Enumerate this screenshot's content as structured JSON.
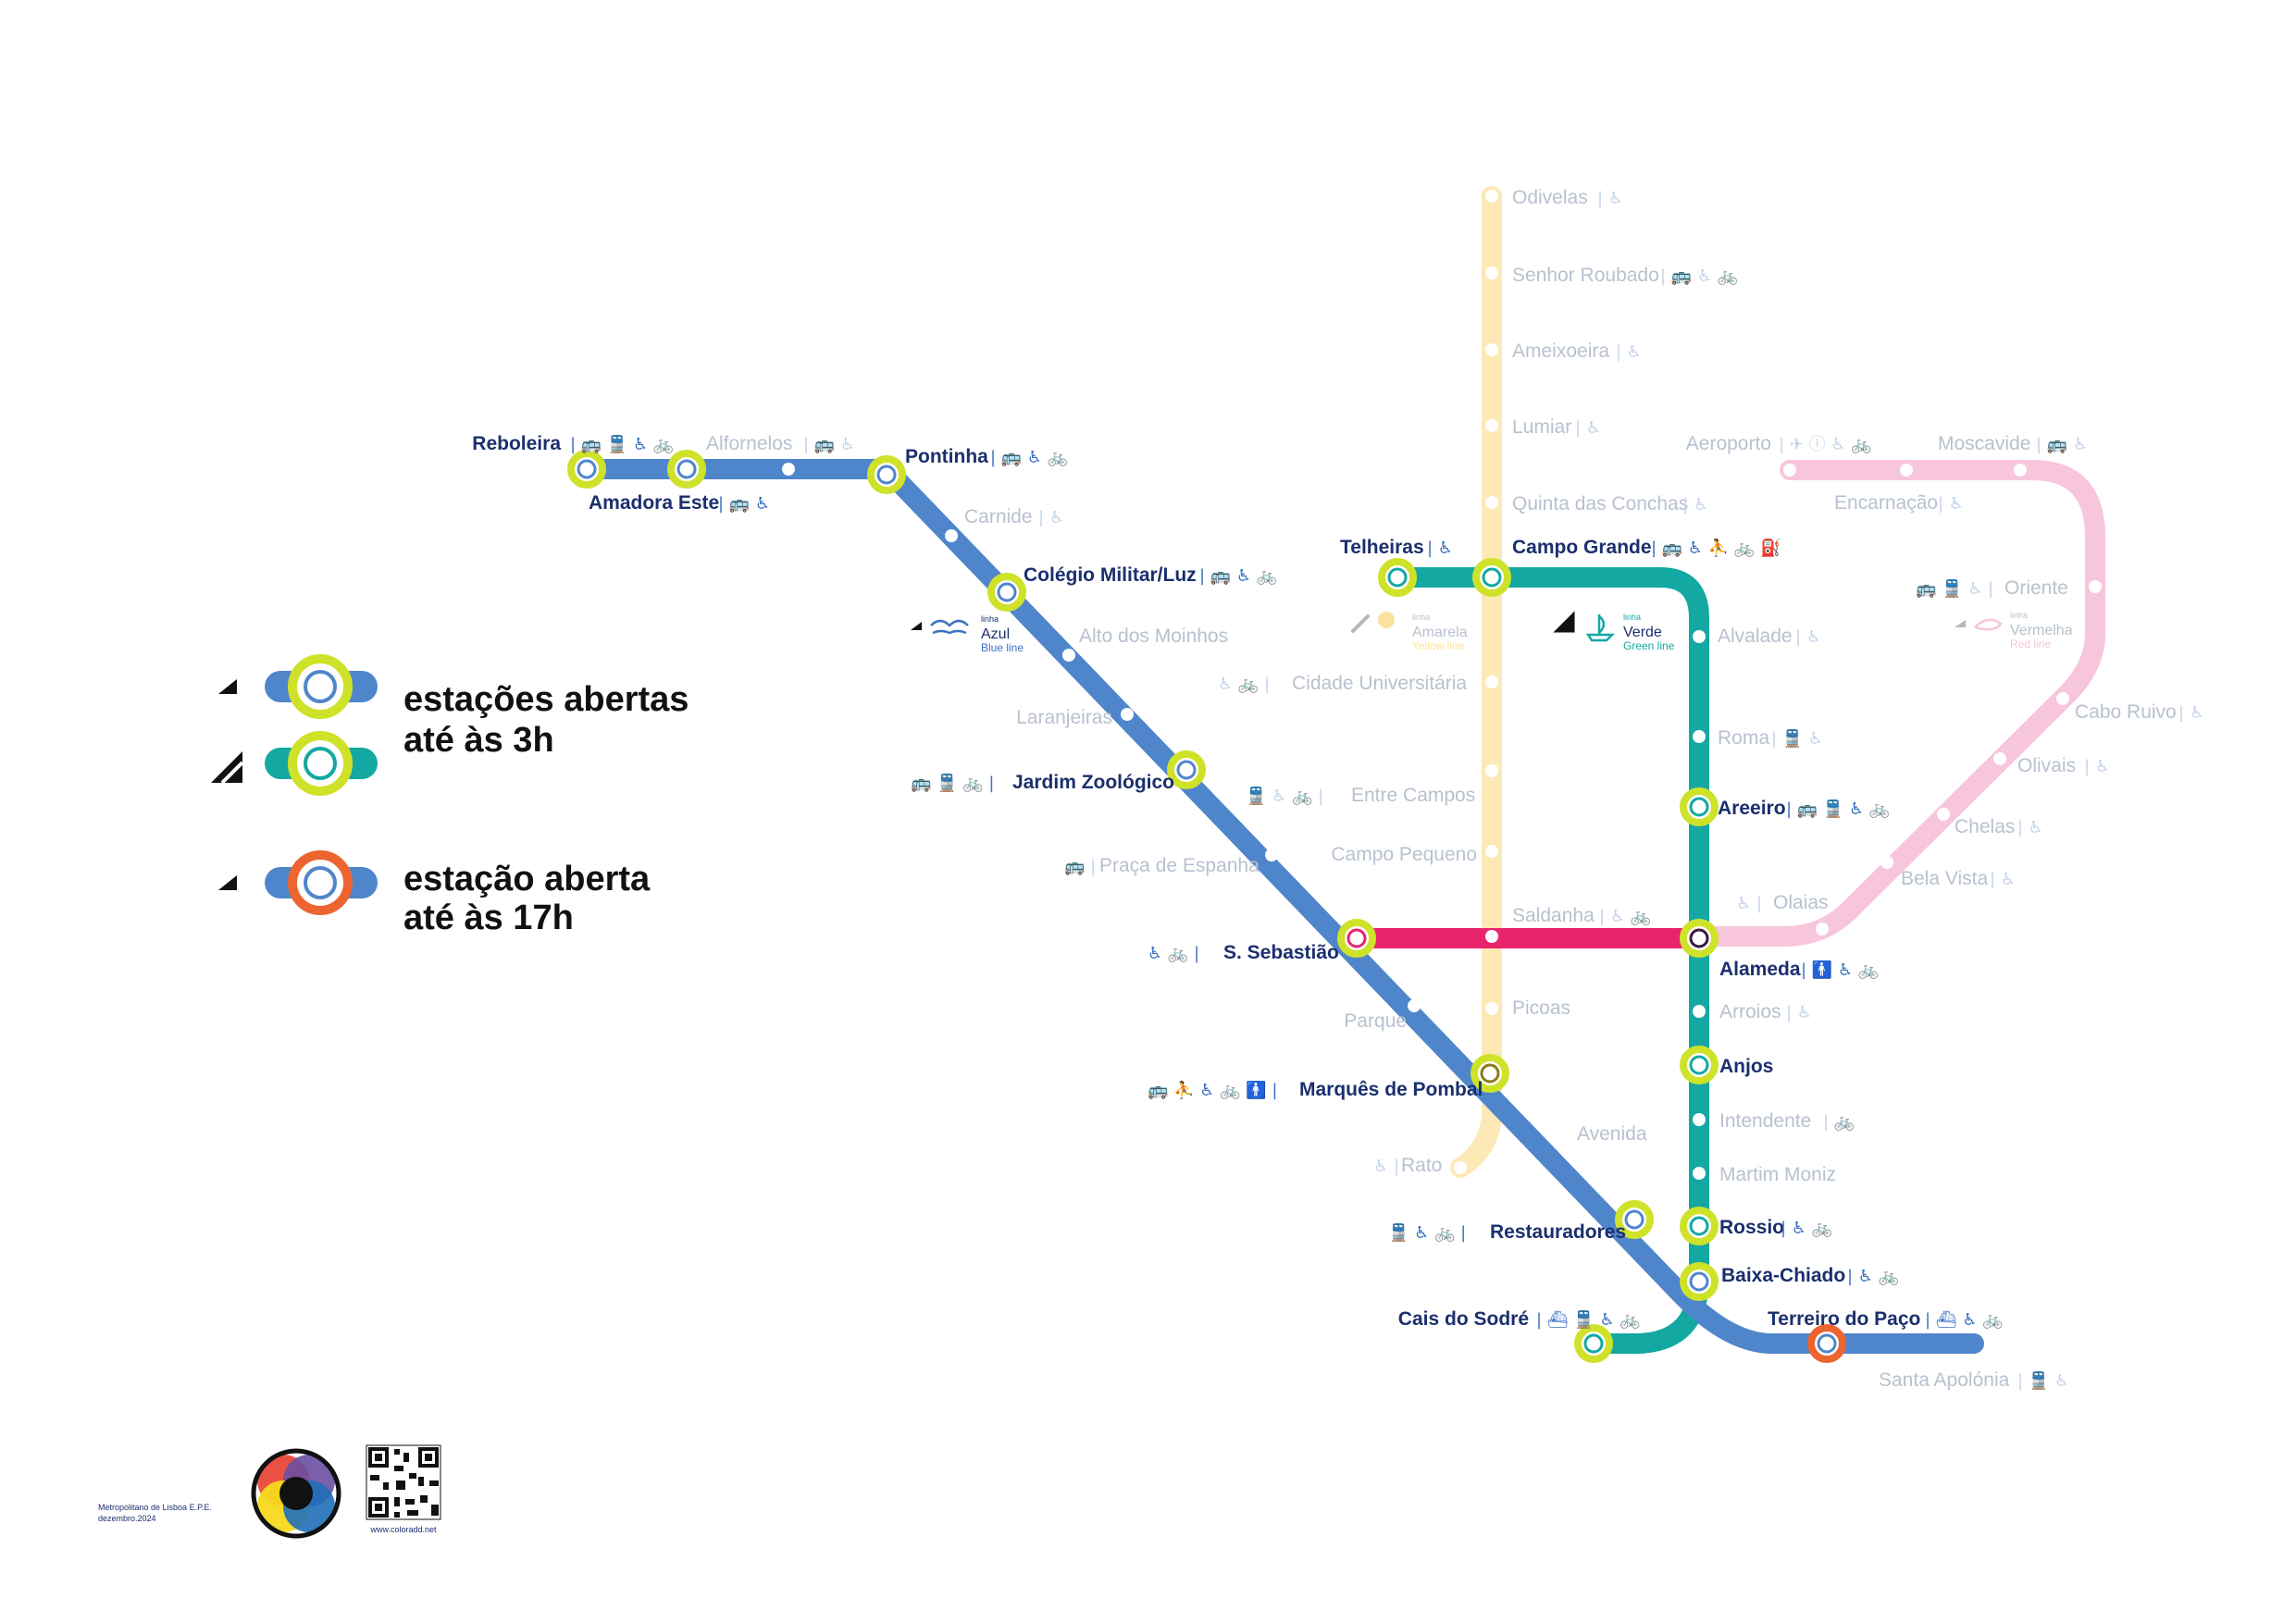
{
  "colors": {
    "blue": "#4f86cb",
    "green": "#13a8a2",
    "yellow_faded": "#fde9b6",
    "pink_faded": "#f7c5dc",
    "red_link": "#e8246c",
    "ring_yellow": "#cfe22a",
    "ring_orange": "#ec6531"
  },
  "lines": {
    "azul": {
      "word": "linha",
      "name": "Azul",
      "en": "Blue line"
    },
    "amarela": {
      "word": "linha",
      "name": "Amarela",
      "en": "Yellow line"
    },
    "verde": {
      "word": "linha",
      "name": "Verde",
      "en": "Green line"
    },
    "vermelha": {
      "word": "linha",
      "name": "Vermelha",
      "en": "Red line"
    }
  },
  "stations": {
    "reboleira": {
      "name": "Reboleira",
      "icons": "| 🚌 🚆 ♿ 🚲"
    },
    "alfornelos": {
      "name": "Alfornelos",
      "icons": "| 🚌 ♿"
    },
    "amadora_este": {
      "name": "Amadora Este",
      "icons": "| 🚌 ♿"
    },
    "pontinha": {
      "name": "Pontinha",
      "icons": "| 🚌 ♿ 🚲"
    },
    "carnide": {
      "name": "Carnide",
      "icons": "| ♿"
    },
    "colegio_militar": {
      "name": "Colégio Militar/Luz",
      "icons": "| 🚌 ♿ 🚲"
    },
    "alto_moinhos": {
      "name": "Alto dos Moinhos"
    },
    "laranjeiras": {
      "name": "Laranjeiras"
    },
    "jardim_zoologico": {
      "name": "Jardim Zoológico",
      "icons": "🚌 🚆 🚲 |"
    },
    "praca_espanha": {
      "name": "Praça de Espanha",
      "icons": "🚌 |"
    },
    "s_sebastiao": {
      "name": "S. Sebastião",
      "icons": "♿ 🚲 |"
    },
    "parque": {
      "name": "Parque"
    },
    "marques_pombal": {
      "name": "Marquês de Pombal",
      "icons": "🚌 ⛹ ♿ 🚲 🚹 |"
    },
    "avenida": {
      "name": "Avenida"
    },
    "restauradores": {
      "name": "Restauradores",
      "icons": "🚆 ♿ 🚲 |"
    },
    "baixa_chiado": {
      "name": "Baixa-Chiado",
      "icons": "| ♿ 🚲"
    },
    "terreiro_paco": {
      "name": "Terreiro do Paço",
      "icons": "| ⛴ ♿ 🚲"
    },
    "santa_apolonia": {
      "name": "Santa Apolónia",
      "icons": "| 🚆 ♿"
    },
    "odivelas": {
      "name": "Odivelas",
      "icons": "| ♿"
    },
    "senhor_roubado": {
      "name": "Senhor Roubado",
      "icons": "| 🚌 ♿ 🚲"
    },
    "ameixoeira": {
      "name": "Ameixoeira",
      "icons": "| ♿"
    },
    "lumiar": {
      "name": "Lumiar",
      "icons": "| ♿"
    },
    "quinta_conchas": {
      "name": "Quinta das Conchas",
      "icons": "| ♿"
    },
    "campo_grande": {
      "name": "Campo Grande",
      "icons": "| 🚌 ♿ ⛹ 🚲 ⛽"
    },
    "telheiras": {
      "name": "Telheiras",
      "icons": "| ♿"
    },
    "cidade_universitaria": {
      "name": "Cidade Universitária",
      "icons": "♿ 🚲 |"
    },
    "entre_campos": {
      "name": "Entre Campos",
      "icons": "🚆 ♿ 🚲 |"
    },
    "campo_pequeno": {
      "name": "Campo Pequeno"
    },
    "saldanha": {
      "name": "Saldanha",
      "icons": "| ♿ 🚲"
    },
    "picoas": {
      "name": "Picoas"
    },
    "rato": {
      "name": "Rato",
      "icons": "♿ |"
    },
    "alvalade": {
      "name": "Alvalade",
      "icons": "| ♿"
    },
    "roma": {
      "name": "Roma",
      "icons": "| 🚆 ♿"
    },
    "areeiro": {
      "name": "Areeiro",
      "icons": "| 🚌 🚆 ♿ 🚲"
    },
    "alameda": {
      "name": "Alameda",
      "icons": "| 🚹 ♿ 🚲"
    },
    "arroios": {
      "name": "Arroios",
      "icons": "| ♿"
    },
    "anjos": {
      "name": "Anjos"
    },
    "intendente": {
      "name": "Intendente",
      "icons": "| 🚲"
    },
    "martim_moniz": {
      "name": "Martim Moniz"
    },
    "rossio": {
      "name": "Rossio",
      "icons": "| ♿ 🚲"
    },
    "cais_sodre": {
      "name": "Cais do Sodré",
      "icons": "| ⛴ 🚆 ♿ 🚲"
    },
    "aeroporto": {
      "name": "Aeroporto",
      "icons": "| ✈ ⓘ ♿ 🚲"
    },
    "moscavide": {
      "name": "Moscavide",
      "icons": "| 🚌 ♿"
    },
    "encarnacao": {
      "name": "Encarnação",
      "icons": "| ♿"
    },
    "oriente": {
      "name": "Oriente",
      "icons": "🚌 🚆 ♿ |"
    },
    "cabo_ruivo": {
      "name": "Cabo Ruivo",
      "icons": "| ♿"
    },
    "olivais": {
      "name": "Olivais",
      "icons": "| ♿"
    },
    "chelas": {
      "name": "Chelas",
      "icons": "| ♿"
    },
    "bela_vista": {
      "name": "Bela Vista",
      "icons": "| ♿"
    },
    "olaias": {
      "name": "Olaias",
      "icons": "♿ |"
    }
  },
  "legend": {
    "open_3h_line1": "estações abertas",
    "open_3h_line2": "até às 3h",
    "open_17h_line1": "estação aberta",
    "open_17h_line2": "até às 17h"
  },
  "footer": {
    "org": "Metropolitano de Lisboa E.P.E.",
    "date": "dezembro.2024",
    "url": "www.coloradd.net"
  }
}
